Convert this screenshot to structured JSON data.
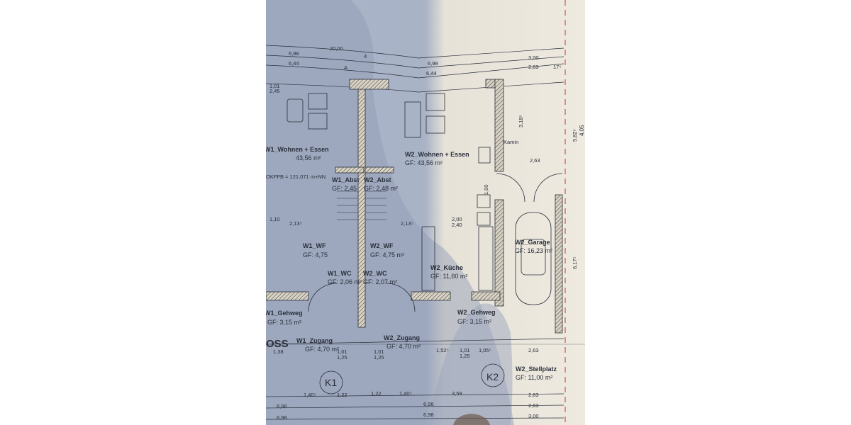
{
  "plan": {
    "title_fragment": "OSS",
    "rooms": [
      {
        "name": "W1_Wohnen + Essen",
        "area": "43,56 m²"
      },
      {
        "name": "W2_Wohnen + Essen",
        "area": "GF: 43,56 m²"
      },
      {
        "name": "W1_Abst",
        "area": "GF: 2,45"
      },
      {
        "name": "W2_Abst",
        "area": "GF: 2,48 m²"
      },
      {
        "name": "W1_WF",
        "area": "GF: 4,75"
      },
      {
        "name": "W2_WF",
        "area": "GF: 4,75 m²"
      },
      {
        "name": "W1_WC",
        "area": "GF: 2,06 m²"
      },
      {
        "name": "W2_WC",
        "area": "GF: 2,07 m²"
      },
      {
        "name": "W2_Küche",
        "area": "GF: 11,60 m²"
      },
      {
        "name": "W2_Garage",
        "area": "GF: 16,23 m²"
      },
      {
        "name": "W1_Gehweg",
        "area": "GF: 3,15 m²"
      },
      {
        "name": "W2_Gehweg",
        "area": "GF: 3,15 m²"
      },
      {
        "name": "W1_Zugang",
        "area": "GF: 4,70 m²"
      },
      {
        "name": "W2_Zugang",
        "area": "GF: 4,70 m²"
      },
      {
        "name": "W2_Stellplatz",
        "area": "GF: 11,00 m²"
      }
    ],
    "markers": [
      "K1",
      "K2"
    ],
    "section_label": "A",
    "kamin": "Kamin",
    "ffb": "OKFFB = 121,071 m+NN",
    "top_dims": {
      "total": "20,00",
      "left_outer": "6,98",
      "left_inner": "6,44",
      "right_outer": "6,98",
      "right_inner": "6,44",
      "garage": "3,00",
      "garage_inner": "2,63",
      "wall": "17⁵",
      "mid": "4",
      "window_w": "1,01",
      "window_h": "2,45"
    },
    "side_dims": [
      "5,82⁵",
      "6,17⁵",
      "4,05",
      "3,18⁵"
    ],
    "bottom_dims": {
      "row1": [
        "1,38",
        "1,01",
        "1,25",
        "1,01",
        "1,25",
        "1,52⁵",
        "1,01",
        "1,25",
        "1,05⁵",
        "2,63"
      ],
      "row2": [
        "1,40⁵",
        "1,22",
        "1,22",
        "1,40⁵",
        "3,59",
        "2,63"
      ],
      "row3": [
        "6,98",
        "6,98",
        "2,63"
      ],
      "row4": [
        "6,98",
        "6,98",
        "3,00"
      ]
    },
    "misc_dims": [
      "1,10",
      "2,13⁵",
      "2,00",
      "2,40",
      "1,00",
      "2,13⁵",
      "2,63"
    ]
  },
  "colors": {
    "paper": "#ece6d8",
    "shadow": "#8f9bb3",
    "line": "#2a2f3a",
    "cut_line": "#c0392b"
  }
}
